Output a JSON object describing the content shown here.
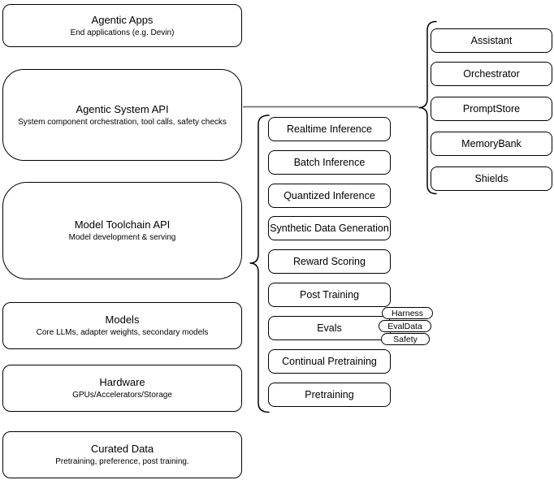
{
  "diagram": {
    "left_column": [
      {
        "title": "Agentic Apps",
        "subtitle": "End applications (e.g. Devin)"
      },
      {
        "title": "Agentic System API",
        "subtitle": "System component orchestration, tool calls, safety checks"
      },
      {
        "title": "Model Toolchain API",
        "subtitle": "Model development & serving"
      },
      {
        "title": "Models",
        "subtitle": "Core LLMs, adapter weights, secondary models"
      },
      {
        "title": "Hardware",
        "subtitle": "GPUs/Accelerators/Storage"
      },
      {
        "title": "Curated Data",
        "subtitle": "Pretraining, preference, post training."
      }
    ],
    "toolchain_items": [
      "Realtime Inference",
      "Batch Inference",
      "Quantized Inference",
      "Synthetic Data Generation",
      "Reward Scoring",
      "Post Training",
      "Evals",
      "Continual Pretraining",
      "Pretraining"
    ],
    "eval_tags": [
      "Harness",
      "EvalData",
      "Safety"
    ],
    "system_components": [
      "Assistant",
      "Orchestrator",
      "PromptStore",
      "MemoryBank",
      "Shields"
    ],
    "colors": {
      "box_border": "#000000",
      "box_background": "#ffffff",
      "connector_line": "#737373",
      "text": "#000000"
    }
  }
}
